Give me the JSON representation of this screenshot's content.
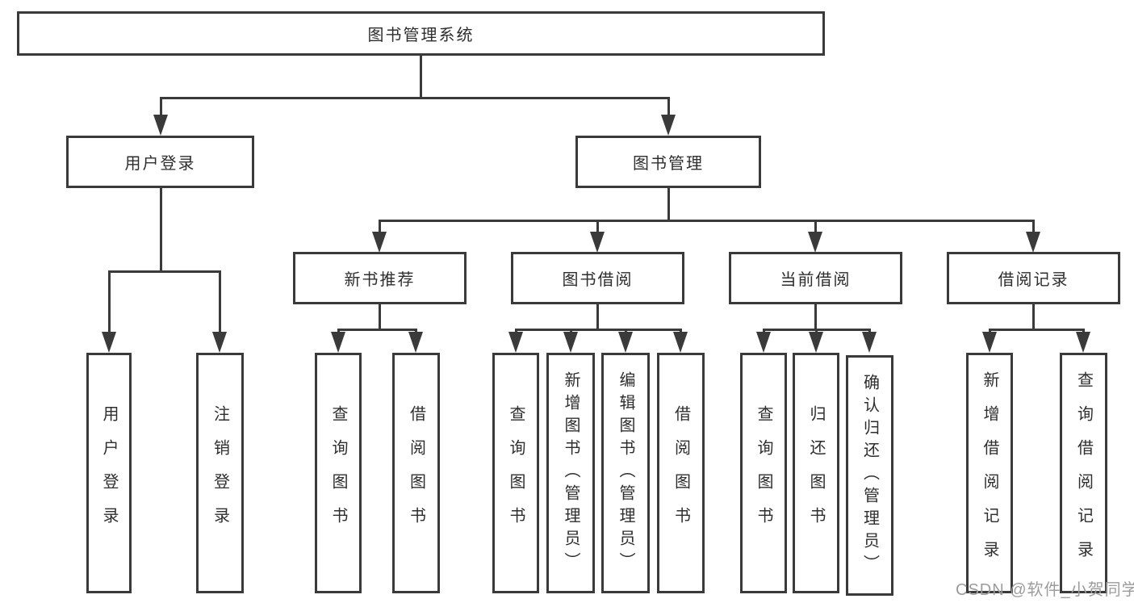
{
  "diagram": {
    "title": "图书管理系统",
    "nodes": {
      "root": {
        "label": "图书管理系统"
      },
      "user_login": {
        "label": "用户登录"
      },
      "book_management": {
        "label": "图书管理"
      },
      "new_book_recommend": {
        "label": "新书推荐"
      },
      "book_borrowing": {
        "label": "图书借阅"
      },
      "current_borrowing": {
        "label": "当前借阅"
      },
      "borrowing_records": {
        "label": "借阅记录"
      },
      "leaf_user_login": {
        "label": "用户登录"
      },
      "leaf_logout_login": {
        "label": "注销登录"
      },
      "leaf_query_books_1": {
        "label": "查询图书"
      },
      "leaf_borrow_books_1": {
        "label": "借阅图书"
      },
      "leaf_query_books_2": {
        "label": "查询图书"
      },
      "leaf_add_books_admin": {
        "label": "新增图书（管理员）"
      },
      "leaf_edit_books_admin": {
        "label": "编辑图书（管理员）"
      },
      "leaf_borrow_books_2": {
        "label": "借阅图书"
      },
      "leaf_query_books_3": {
        "label": "查询图书"
      },
      "leaf_return_books": {
        "label": "归还图书"
      },
      "leaf_confirm_return_admin": {
        "label": "确认归还（管理员）"
      },
      "leaf_add_borrow_record": {
        "label": "新增借阅记录"
      },
      "leaf_query_borrow_record": {
        "label": "查询借阅记录"
      }
    },
    "structure": {
      "图书管理系统": {
        "用户登录": [
          "用户登录",
          "注销登录"
        ],
        "图书管理": {
          "新书推荐": [
            "查询图书",
            "借阅图书"
          ],
          "图书借阅": [
            "查询图书",
            "新增图书（管理员）",
            "编辑图书（管理员）",
            "借阅图书"
          ],
          "当前借阅": [
            "查询图书",
            "归还图书",
            "确认归还（管理员）"
          ],
          "借阅记录": [
            "新增借阅记录",
            "查询借阅记录"
          ]
        }
      }
    }
  },
  "watermark": {
    "text": "CSDN @软件_小贺同学"
  },
  "colors": {
    "line": "#3a3a3a",
    "text": "#2e2e2e",
    "watermark": "#9c9c9c",
    "background": "#ffffff"
  }
}
